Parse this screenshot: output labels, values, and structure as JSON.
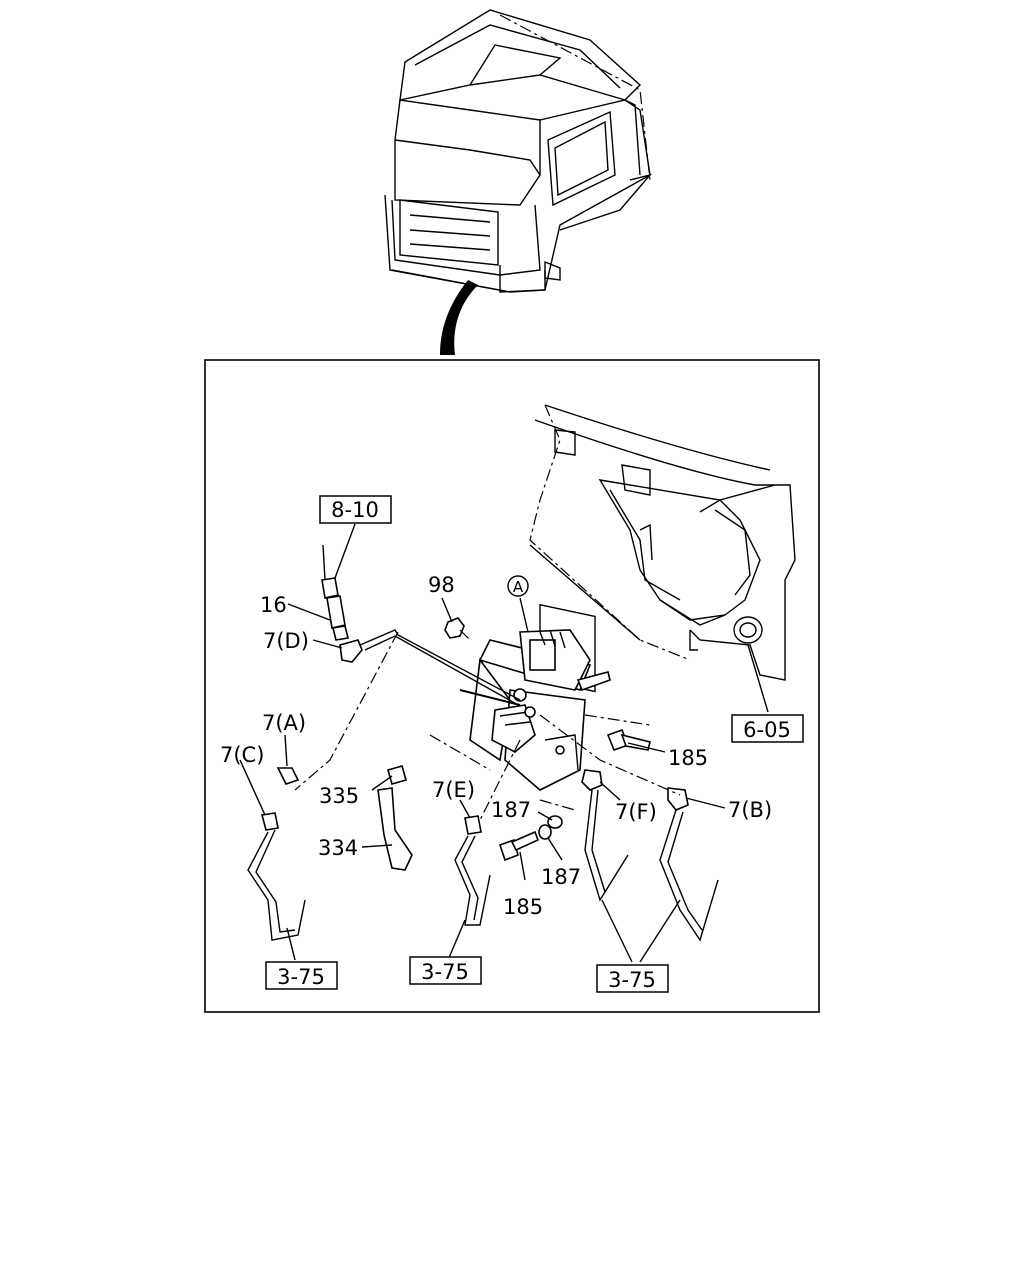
{
  "diagram": {
    "reference_boxes": [
      {
        "id": "ref-8-10",
        "text": "8-10"
      },
      {
        "id": "ref-6-05",
        "text": "6-05"
      },
      {
        "id": "ref-3-75-left",
        "text": "3-75"
      },
      {
        "id": "ref-3-75-mid",
        "text": "3-75"
      },
      {
        "id": "ref-3-75-right",
        "text": "3-75"
      }
    ],
    "callouts": [
      {
        "id": "c16",
        "text": "16"
      },
      {
        "id": "c7d",
        "text": "7(D)"
      },
      {
        "id": "c98",
        "text": "98"
      },
      {
        "id": "cA",
        "text": "A"
      },
      {
        "id": "c7a",
        "text": "7(A)"
      },
      {
        "id": "c7c",
        "text": "7(C)"
      },
      {
        "id": "c335",
        "text": "335"
      },
      {
        "id": "c334",
        "text": "334"
      },
      {
        "id": "c7e",
        "text": "7(E)"
      },
      {
        "id": "c187a",
        "text": "187"
      },
      {
        "id": "c187b",
        "text": "187"
      },
      {
        "id": "c185a",
        "text": "185"
      },
      {
        "id": "c185b",
        "text": "185"
      },
      {
        "id": "c7f",
        "text": "7(F)"
      },
      {
        "id": "c7b",
        "text": "7(B)"
      }
    ]
  }
}
